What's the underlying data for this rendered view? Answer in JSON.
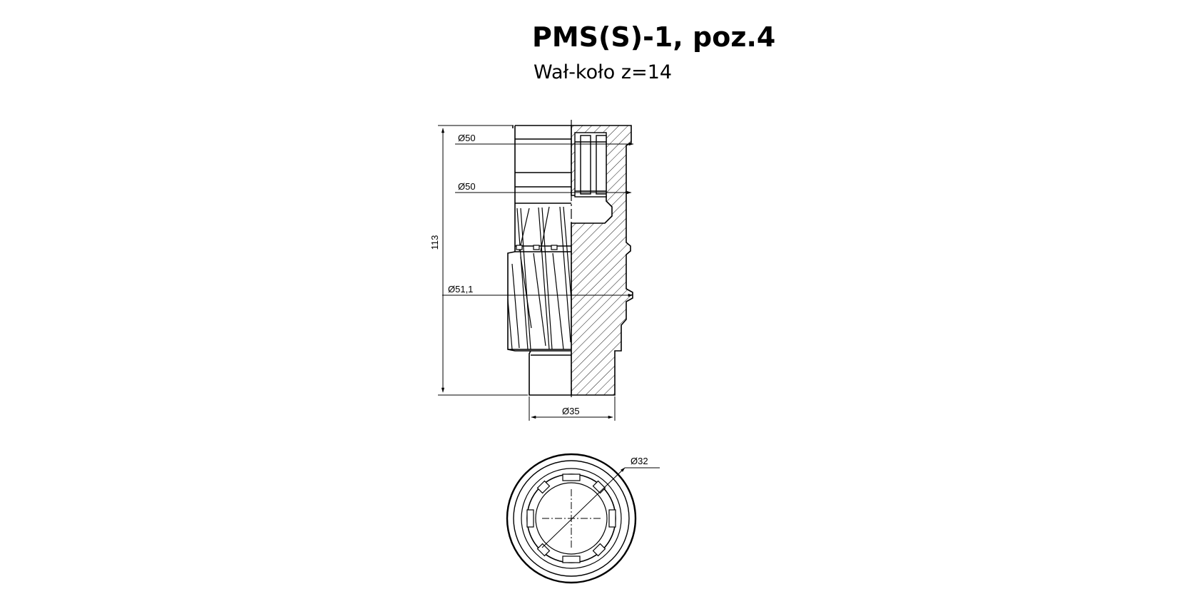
{
  "title": "PMS(S)-1, poz.4",
  "subtitle": "Wał-koło z=14",
  "dimensions": {
    "d_top": "Ø50",
    "d_mid": "Ø50",
    "d_gear": "Ø51,1",
    "d_shaft": "Ø35",
    "length": "113",
    "d_bore": "Ø32"
  }
}
